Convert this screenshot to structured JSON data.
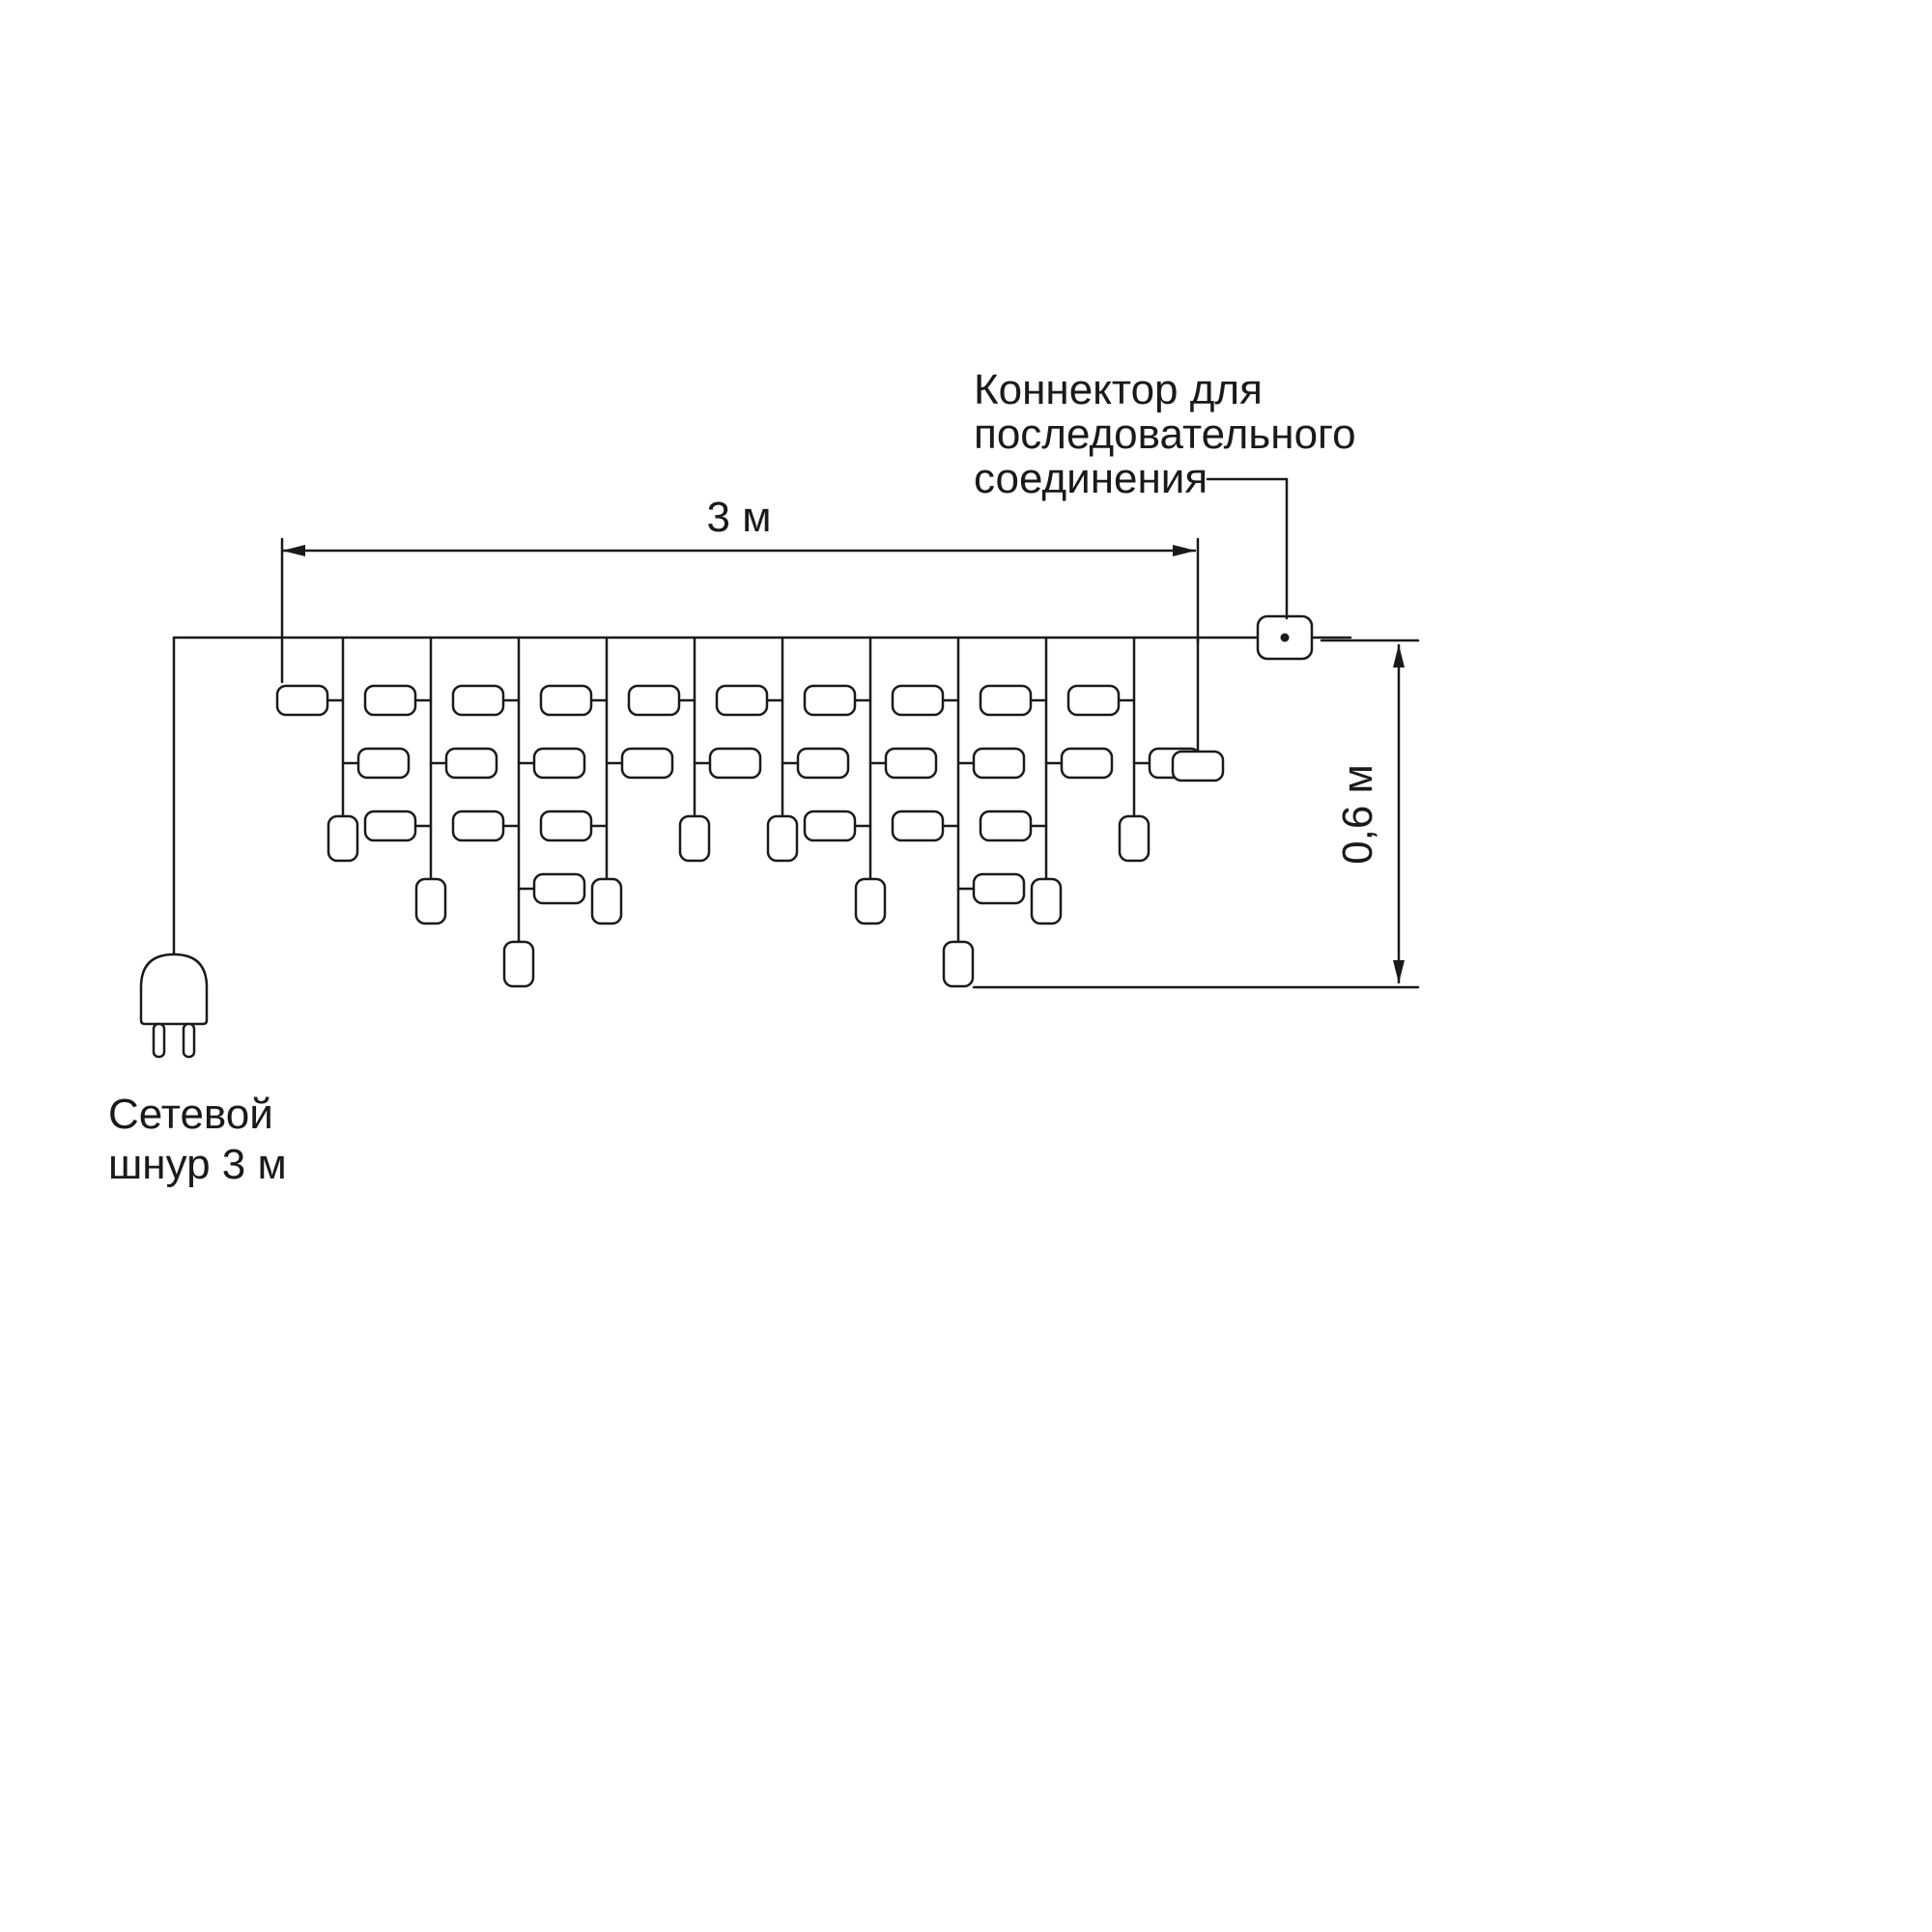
{
  "diagram": {
    "background": "#ffffff",
    "line_color": "#1a1a1a",
    "subject": "icicle-light-garland-dimension-diagram"
  },
  "labels": {
    "connector_lines": [
      "Коннектор для",
      "последовательного",
      "соединения"
    ],
    "width_dimension": "3 м",
    "height_dimension": "0,6 м",
    "power_cord_lines": [
      "Сетевой",
      "шнур 3 м"
    ]
  },
  "garland": {
    "drop_rows": [
      3,
      4,
      5,
      4,
      3,
      3,
      4,
      5,
      4,
      3
    ],
    "has_tail_lamp": true
  }
}
